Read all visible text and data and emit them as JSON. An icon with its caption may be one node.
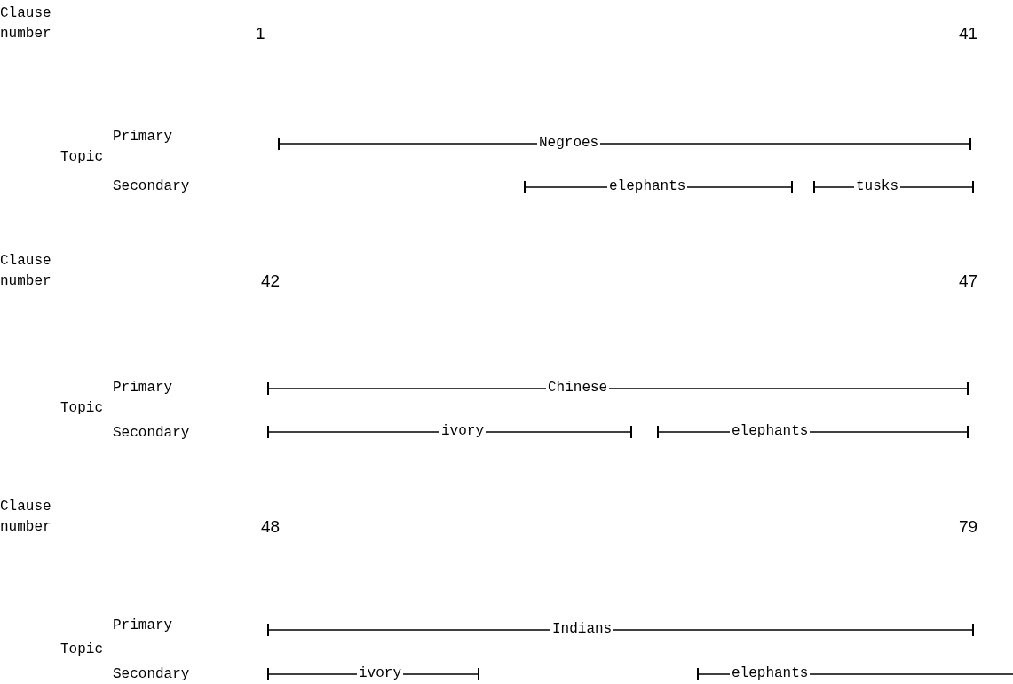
{
  "diagram": {
    "labels": [
      "Clause number",
      "1",
      "41",
      "Primary",
      "Negroes",
      "Topic",
      "Secondary",
      "elephants",
      "tusks",
      "Clause number",
      "42",
      "47",
      "Primary",
      "Chinese",
      "Topic",
      "Secondary",
      "ivory",
      "elephants",
      "Clause number",
      "48",
      "79",
      "Primary",
      "Indians",
      "Topic",
      "Secondary",
      "ivory",
      "elephants"
    ]
  }
}
